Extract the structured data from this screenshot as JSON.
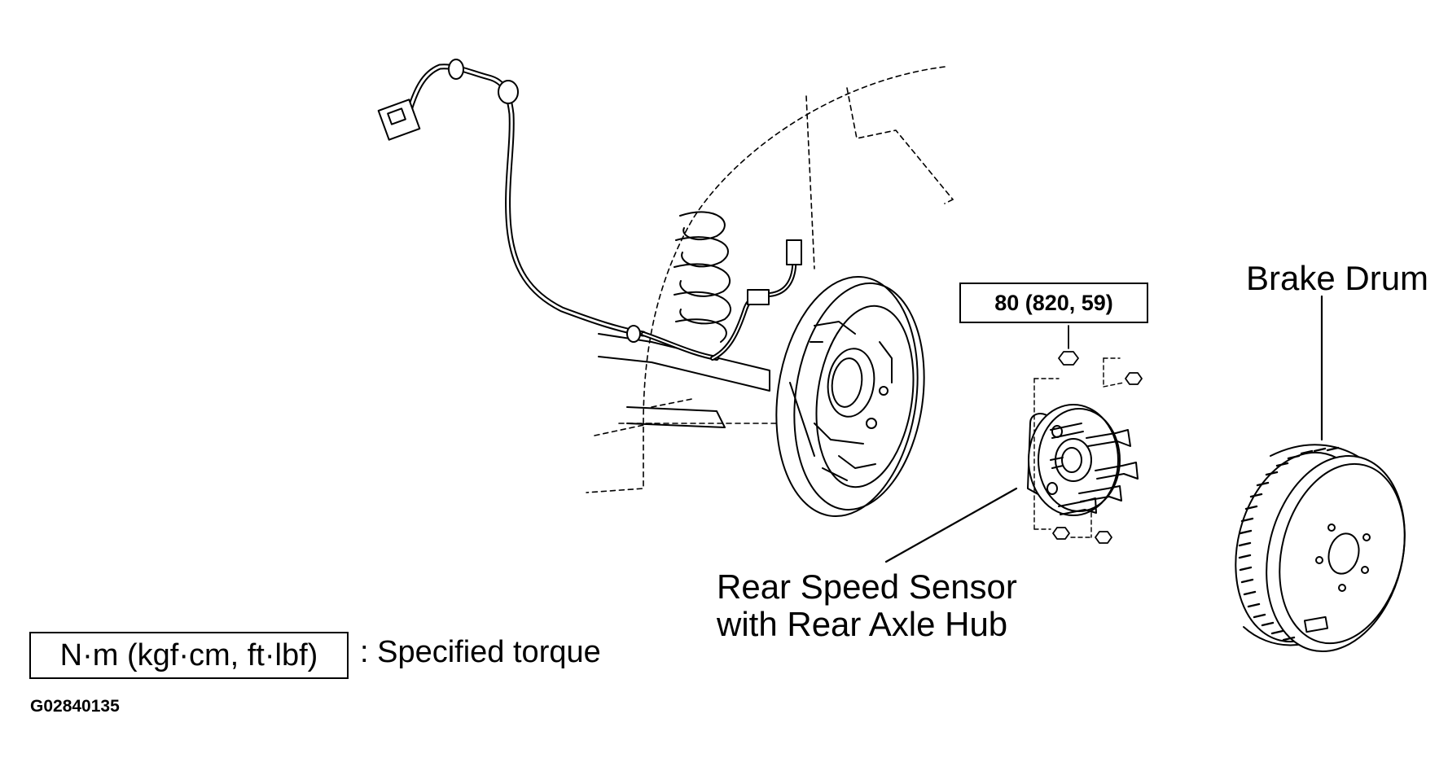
{
  "figure": {
    "labels": {
      "brake_drum": "Brake Drum",
      "torque_value": "80 (820, 59)",
      "sensor_line1": "Rear Speed Sensor",
      "sensor_line2": "with Rear Axle Hub"
    },
    "legend": {
      "unit_box": "N·m (kgf·cm, ft·lbf)",
      "description": ": Specified torque"
    },
    "figure_id": "G02840135"
  },
  "icons": [
    "wire-harness-icon",
    "brake-backing-plate-icon",
    "axle-hub-icon",
    "brake-drum-icon",
    "hub-nut-icon",
    "coil-spring-icon"
  ]
}
